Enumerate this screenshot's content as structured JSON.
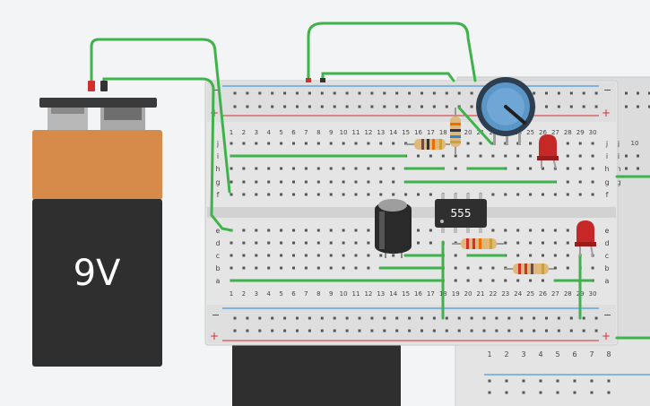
{
  "battery": {
    "label": "9V"
  },
  "chip": {
    "label": "555"
  },
  "board": {
    "columns": [
      "1",
      "2",
      "3",
      "4",
      "5",
      "6",
      "7",
      "8",
      "9",
      "10",
      "11",
      "12",
      "13",
      "14",
      "15",
      "16",
      "17",
      "18",
      "19",
      "20",
      "21",
      "22",
      "23",
      "24",
      "25",
      "26",
      "27",
      "28",
      "29",
      "30"
    ],
    "upper_rows": [
      "j",
      "i",
      "h",
      "g",
      "f"
    ],
    "lower_rows": [
      "e",
      "d",
      "c",
      "b",
      "a"
    ],
    "rail_plus": "+",
    "rail_minus": "−"
  },
  "board2": {
    "columns": [
      "1",
      "2",
      "3",
      "4",
      "5",
      "6",
      "7",
      "8"
    ],
    "upper_rows": [
      "j",
      "i",
      "h",
      "g"
    ],
    "col_label_top": "10"
  },
  "colors": {
    "wire": "#3db34a",
    "board": "#e3e3e3",
    "battery_top": "#d68b4a",
    "battery_body": "#2f2f2f",
    "led": "#c62828",
    "pot": "#5b96c8",
    "rail_red": "#d32f2f",
    "rail_blue": "#1e88e5"
  }
}
